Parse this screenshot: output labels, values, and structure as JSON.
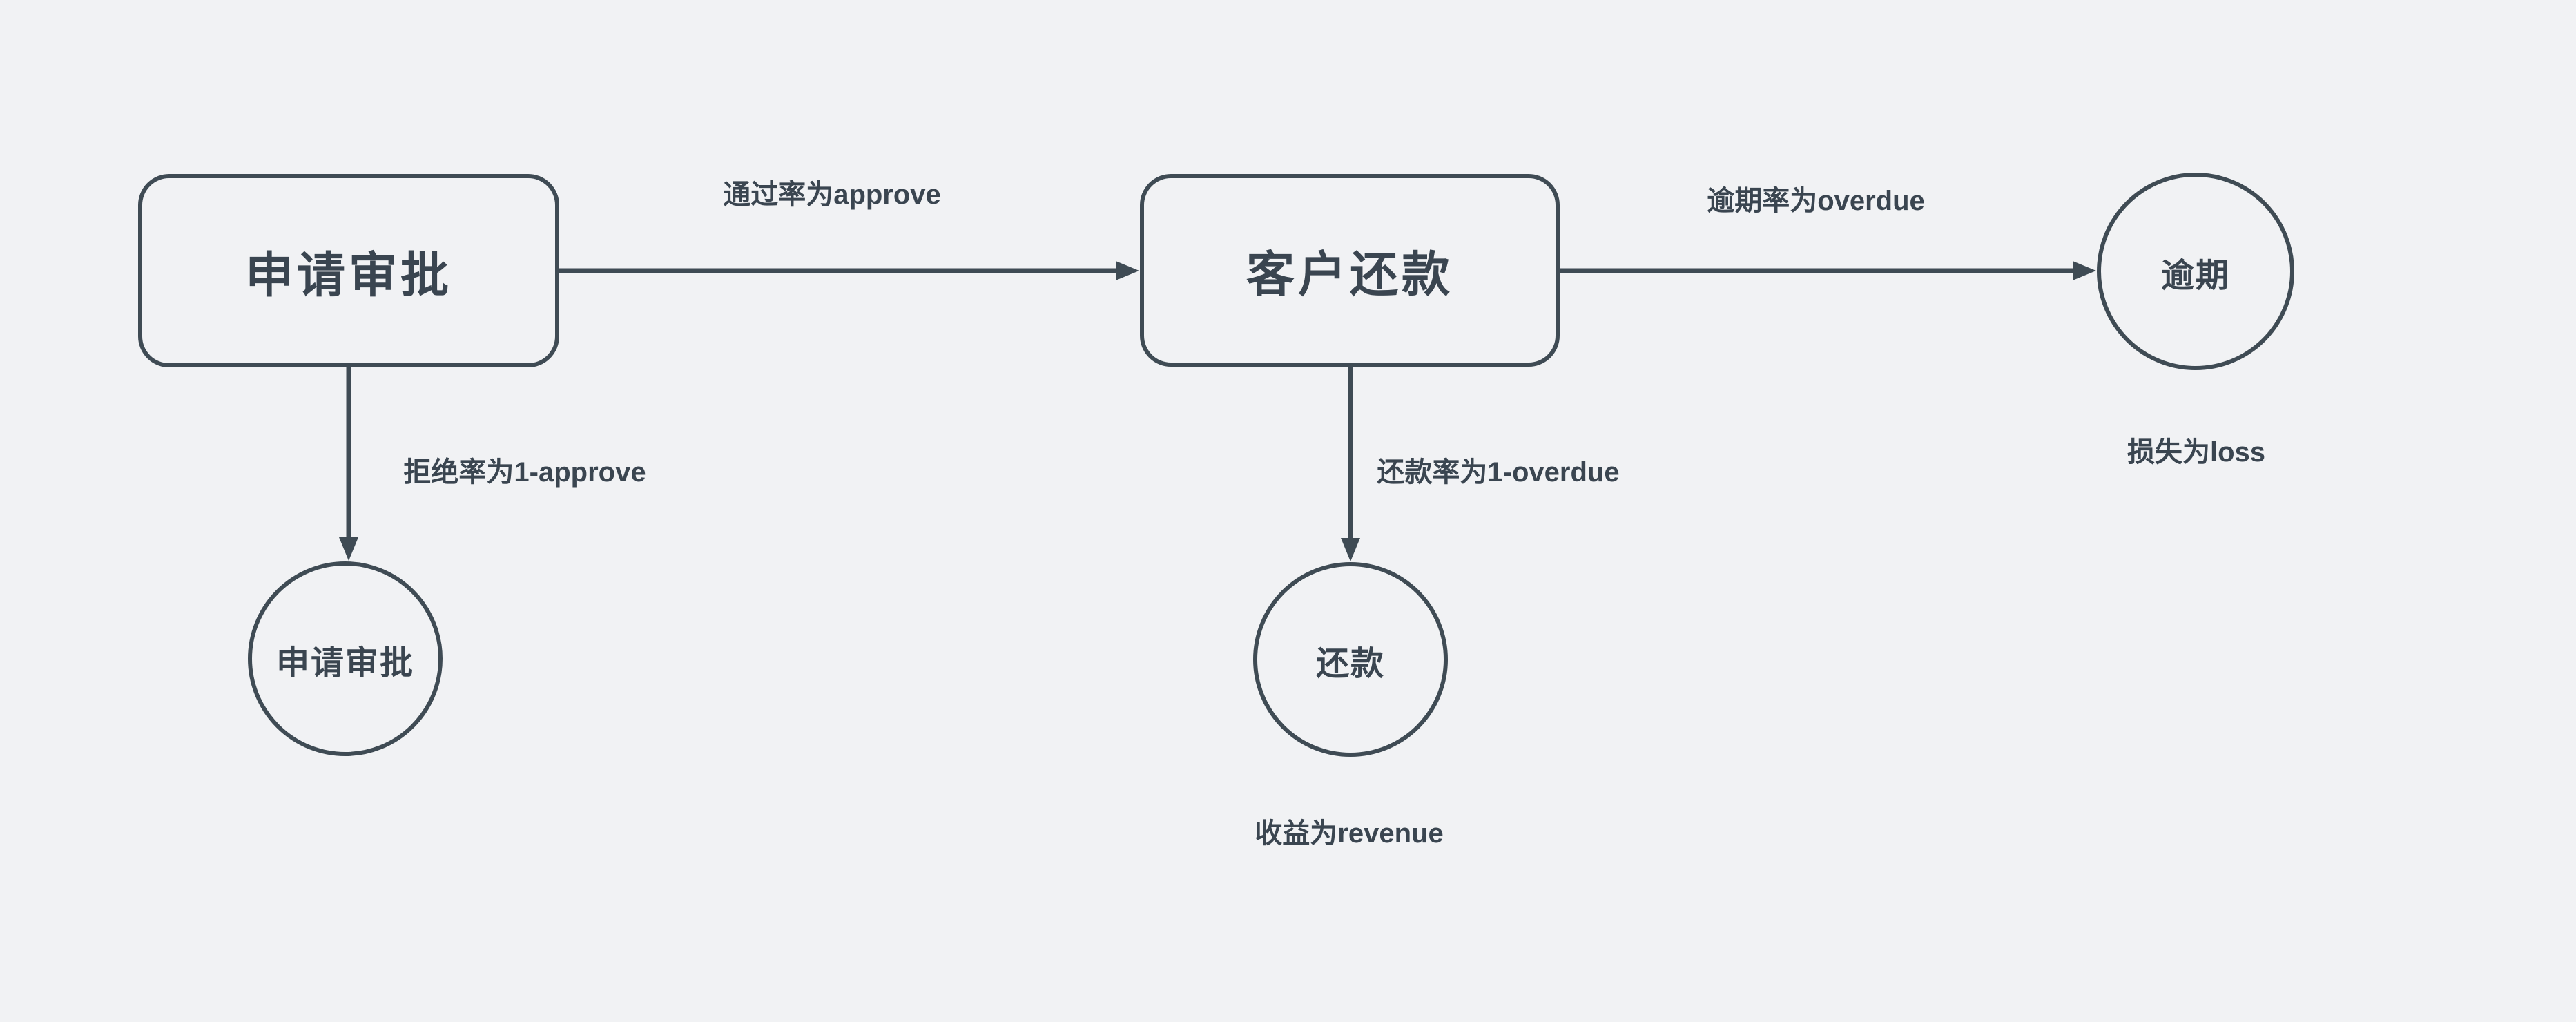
{
  "canvas": {
    "background_color": "#f1f2f4",
    "stroke_color": "#3f4b54",
    "text_color": "#3a4550"
  },
  "nodes": [
    {
      "id": "approval-box",
      "type": "rounded-rect",
      "label": "申请审批"
    },
    {
      "id": "repayment-box",
      "type": "rounded-rect",
      "label": "客户还款"
    },
    {
      "id": "rejected-circle",
      "type": "circle",
      "label": "申请审批"
    },
    {
      "id": "repaid-circle",
      "type": "circle",
      "label": "还款"
    },
    {
      "id": "overdue-circle",
      "type": "circle",
      "label": "逾期"
    }
  ],
  "edges": [
    {
      "id": "approve-edge",
      "from": "approval-box",
      "to": "repayment-box",
      "label": "通过率为approve"
    },
    {
      "id": "overdue-edge",
      "from": "repayment-box",
      "to": "overdue-circle",
      "label": "逾期率为overdue"
    },
    {
      "id": "reject-edge",
      "from": "approval-box",
      "to": "rejected-circle",
      "label": "拒绝率为1-approve"
    },
    {
      "id": "repay-edge",
      "from": "repayment-box",
      "to": "repaid-circle",
      "label": "还款率为1-overdue"
    }
  ],
  "annotations": [
    {
      "id": "loss-note",
      "label": "损失为loss"
    },
    {
      "id": "revenue-note",
      "label": "收益为revenue"
    }
  ]
}
